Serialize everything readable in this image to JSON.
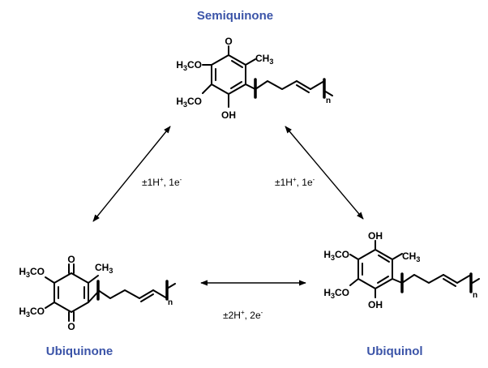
{
  "molecules": {
    "semiquinone": {
      "name": "Semiquinone",
      "top_group": "O",
      "bottom_group": "OH",
      "methyl": "CH3",
      "methoxy": "H3CO",
      "repeat_index": "n"
    },
    "ubiquinone": {
      "name": "Ubiquinone",
      "top_group": "O",
      "bottom_group": "O",
      "methyl": "CH3",
      "methoxy": "H3CO",
      "repeat_index": "n"
    },
    "ubiquinol": {
      "name": "Ubiquinol",
      "top_group": "OH",
      "bottom_group": "OH",
      "methyl": "CH3",
      "methoxy": "H3CO",
      "repeat_index": "n"
    }
  },
  "reactions": {
    "left": {
      "label": "±1H",
      "charge_h": "+",
      "sep": ", 1e",
      "charge_e": "-"
    },
    "right": {
      "label": "±1H",
      "charge_h": "+",
      "sep": ", 1e",
      "charge_e": "-"
    },
    "bottom": {
      "label": "±2H",
      "charge_h": "+",
      "sep": ", 2e",
      "charge_e": "-"
    }
  },
  "colors": {
    "title": "#3b54a8",
    "structure": "#000000"
  }
}
